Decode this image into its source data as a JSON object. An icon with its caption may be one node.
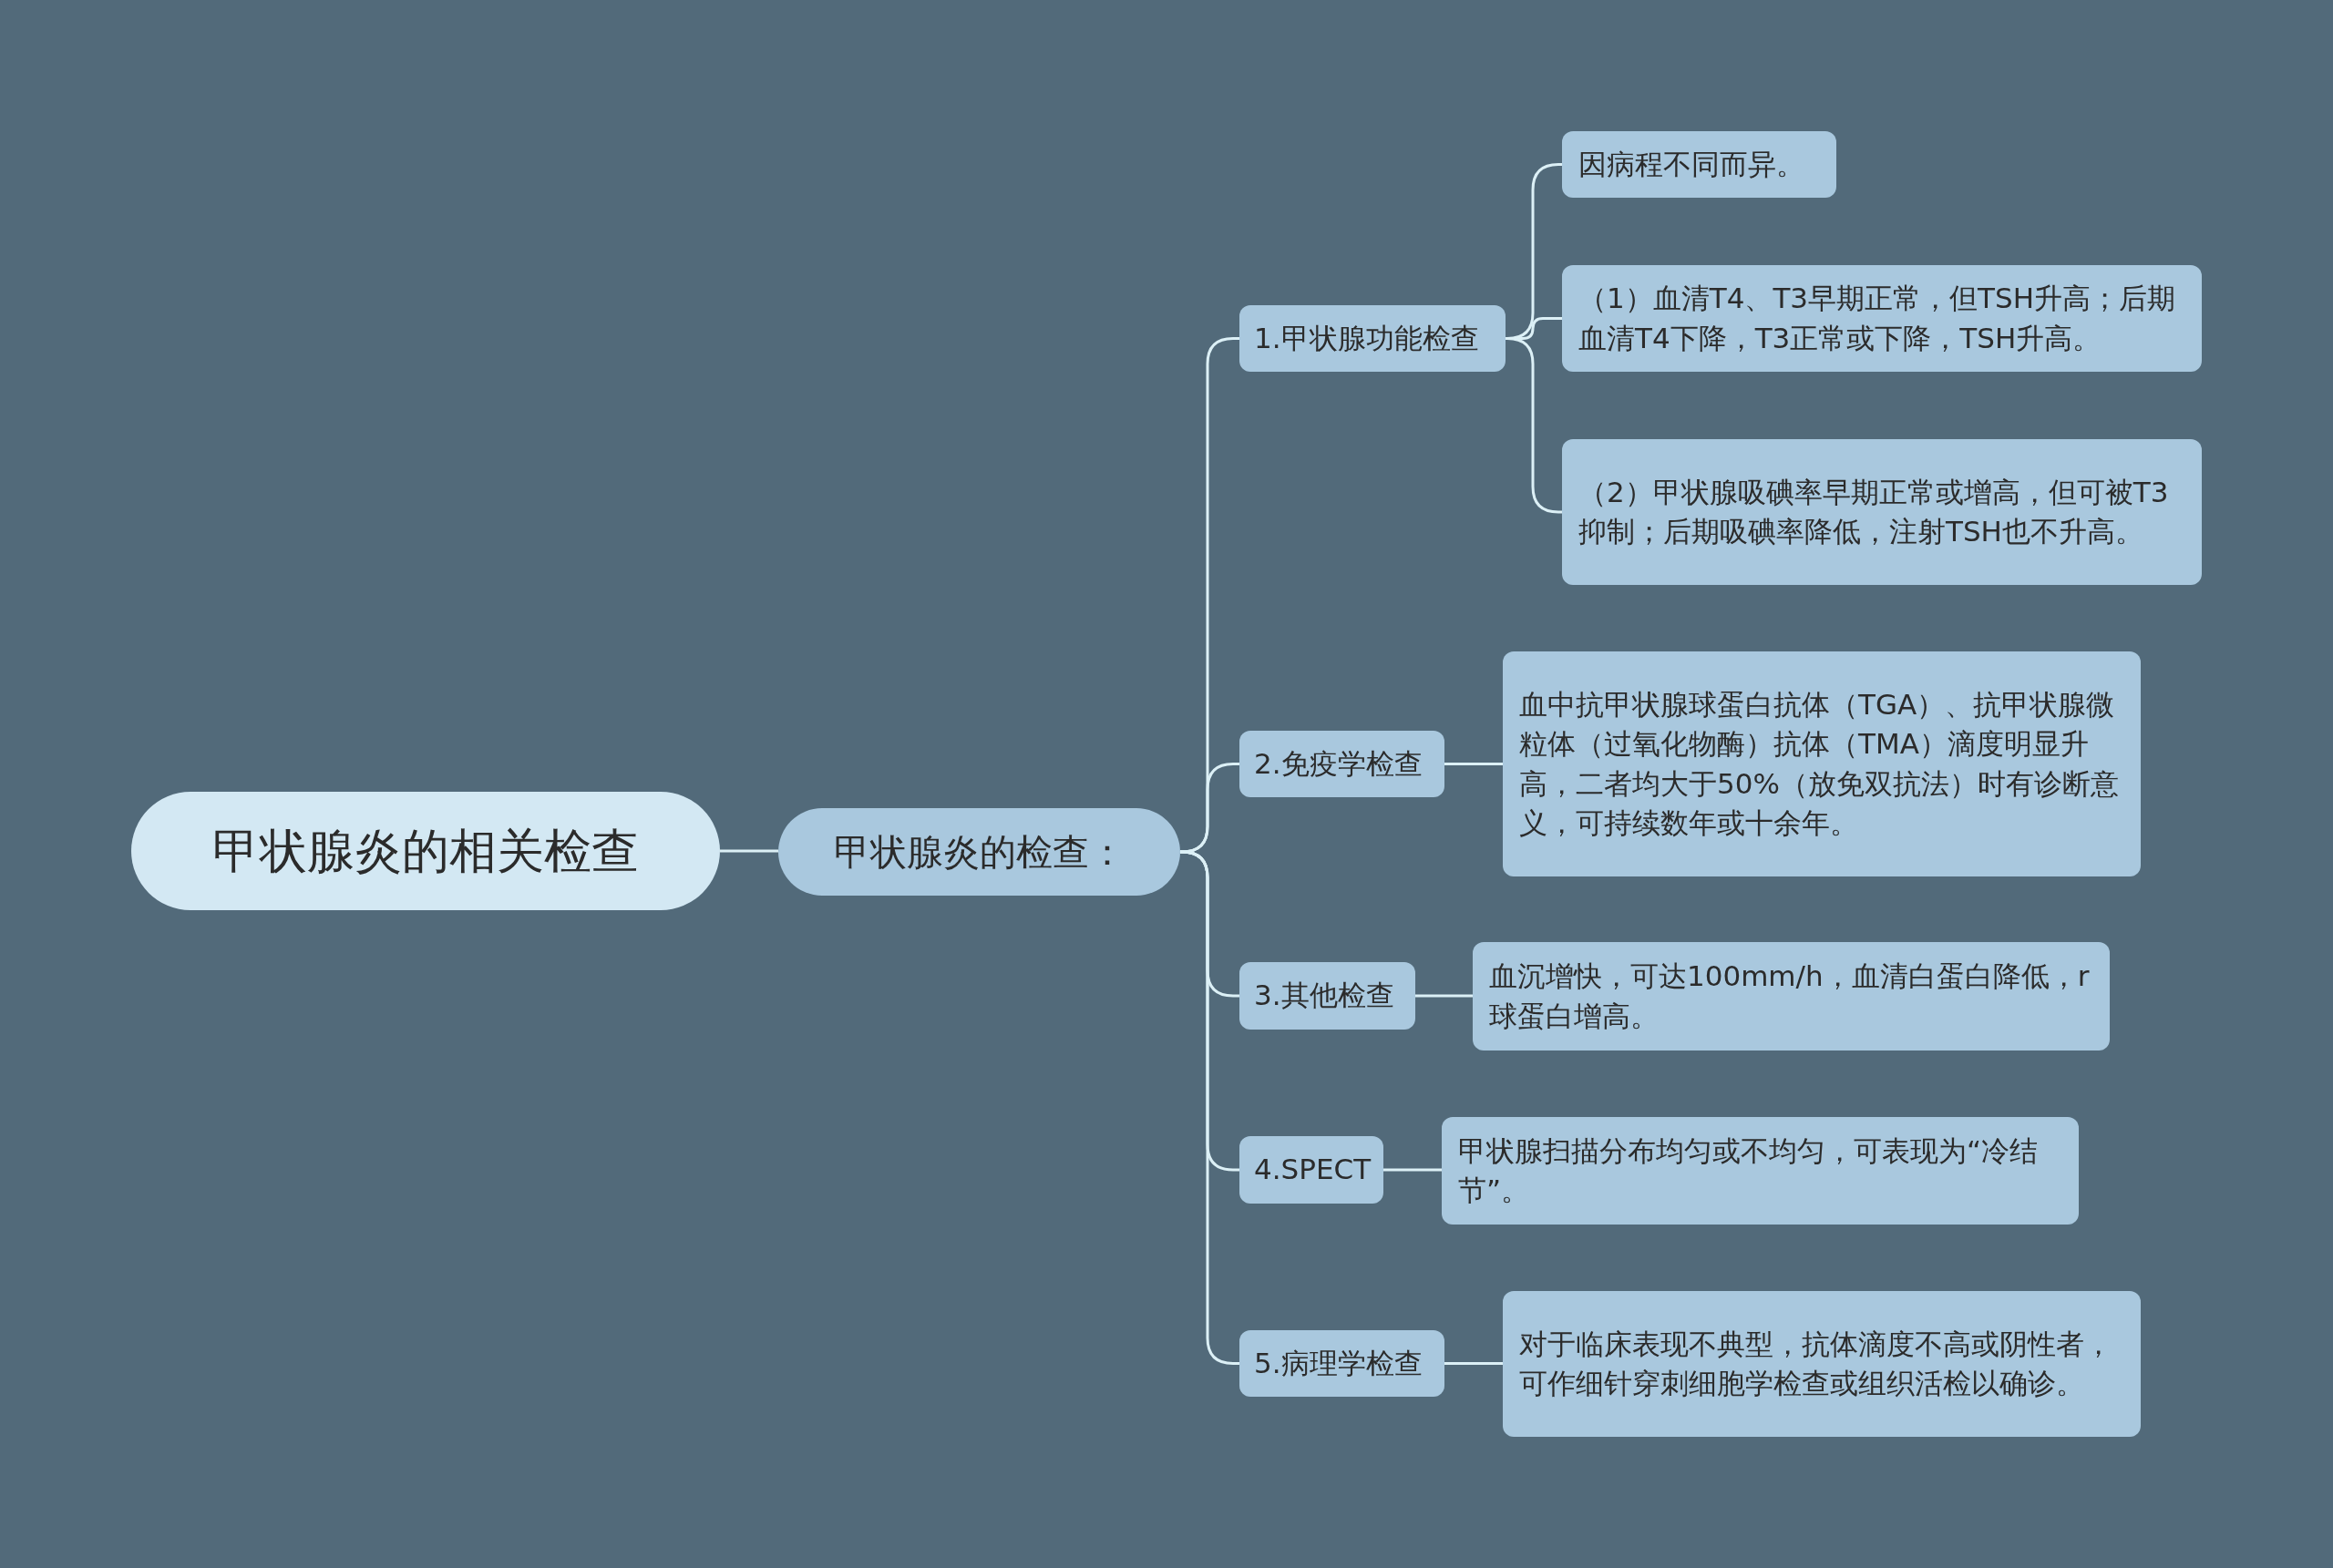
{
  "diagram": {
    "nodes": [
      {
        "text": [
          "甲状腺炎的相关检查"
        ]
      },
      {
        "text": [
          "甲状腺炎的检查："
        ]
      },
      {
        "text": [
          "1.甲状腺功能检查"
        ]
      },
      {
        "text": [
          "因病程不同而异。"
        ]
      },
      {
        "text": [
          "（1）血清T4、T3早期正常，但TSH升高；后期血清T4下降，T3正常或下降，TSH升高。"
        ]
      },
      {
        "text": [
          "（2）甲状腺吸碘率早期正常或增高，但可被T3抑制；后期吸碘率降低，注射TSH也不升高。"
        ]
      },
      {
        "text": [
          "2.免疫学检查"
        ]
      },
      {
        "text": [
          "血中抗甲状腺球蛋白抗体（TGA）、抗甲状腺微粒体（过氧化物酶）抗体（TMA）滴度明显升高，二者均大于50%（放免双抗法）时有诊断意义，可持续数年或十余年。"
        ]
      },
      {
        "text": [
          "3.其他检查"
        ]
      },
      {
        "text": [
          "血沉增快，可达100mm/h，血清白蛋白降低，r球蛋白增高。"
        ]
      },
      {
        "text": [
          "4.SPECT"
        ]
      },
      {
        "text": [
          "甲状腺扫描分布均匀或不均匀，可表现为“冷结节”。"
        ]
      },
      {
        "text": [
          "5.病理学检查"
        ]
      },
      {
        "text": [
          "对于临床表现不典型，抗体滴度不高或阴性者，可作细针穿刺细胞学检查或组织活检以确诊。"
        ]
      }
    ],
    "edges": [
      {
        "from": 0,
        "to": 1,
        "arrow": "none"
      },
      {
        "from": 1,
        "to": 2,
        "arrow": "none"
      },
      {
        "from": 1,
        "to": 6,
        "arrow": "none"
      },
      {
        "from": 1,
        "to": 8,
        "arrow": "none"
      },
      {
        "from": 1,
        "to": 10,
        "arrow": "none"
      },
      {
        "from": 1,
        "to": 12,
        "arrow": "none"
      },
      {
        "from": 2,
        "to": 3,
        "arrow": "none"
      },
      {
        "from": 2,
        "to": 4,
        "arrow": "none"
      },
      {
        "from": 2,
        "to": 5,
        "arrow": "none"
      },
      {
        "from": 6,
        "to": 7,
        "arrow": "none"
      },
      {
        "from": 8,
        "to": 9,
        "arrow": "none"
      },
      {
        "from": 10,
        "to": 11,
        "arrow": "none"
      },
      {
        "from": 12,
        "to": 13,
        "arrow": "none"
      }
    ]
  }
}
